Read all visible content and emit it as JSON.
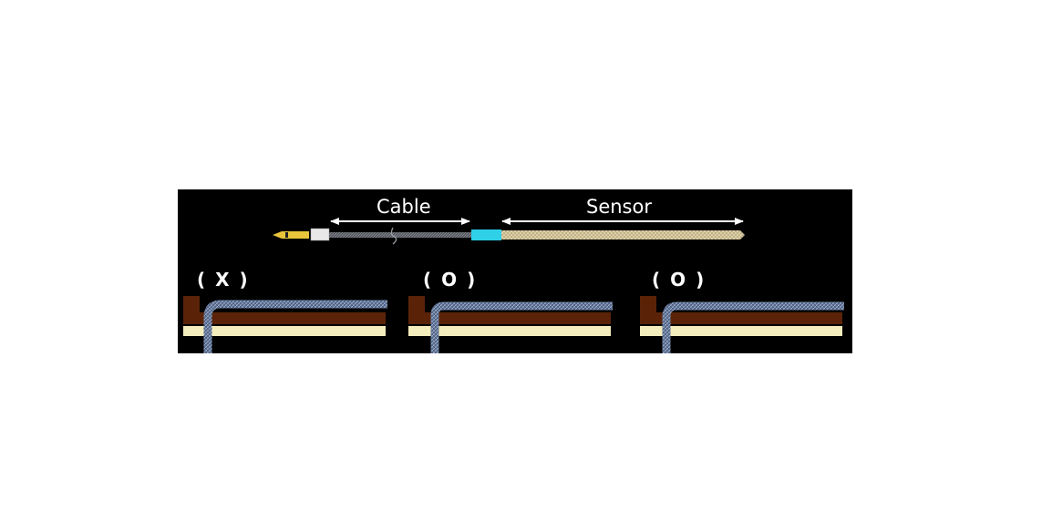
{
  "probe": {
    "cable_label": "Cable",
    "sensor_label": "Sensor"
  },
  "examples": [
    {
      "mark": "( X )"
    },
    {
      "mark": "( O )"
    },
    {
      "mark": "( O )"
    }
  ],
  "colors": {
    "background": "#000000",
    "connector_tip": "#e8c53a",
    "connector_sleeve": "#e8e8e8",
    "cable": "#6d7079",
    "sensor_collar": "#2fd0e8",
    "sensor_body": "#cbbd93",
    "wood_layer": "#5a2308",
    "cream_layer": "#f3ecbc",
    "braided_cable": "#6f86aa",
    "text": "#ffffff"
  }
}
